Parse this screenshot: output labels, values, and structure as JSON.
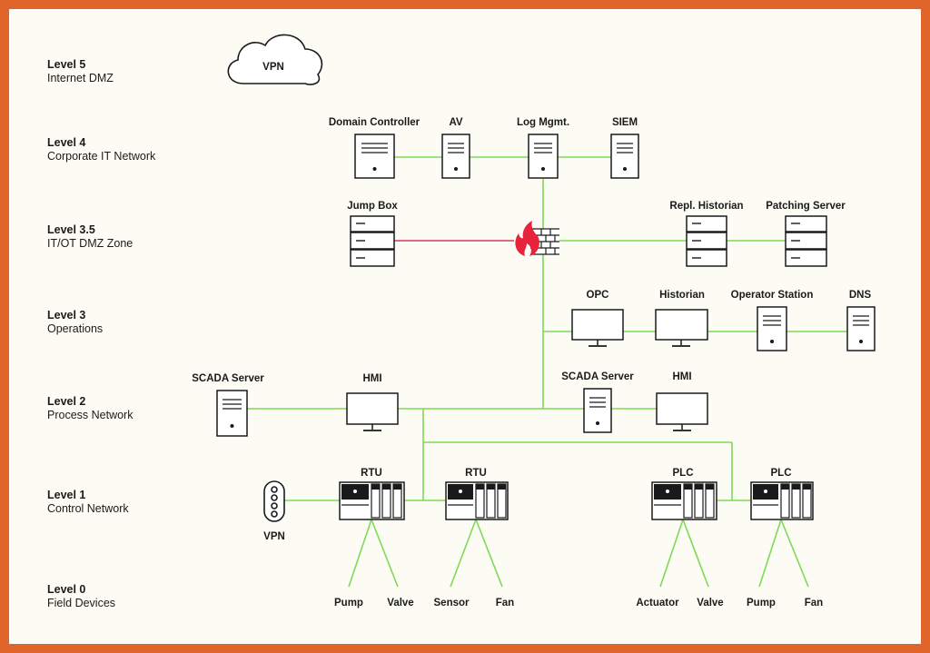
{
  "colors": {
    "border": "#e0652a",
    "background": "#fdfcf4",
    "link": "#7ed957",
    "firewall_link": "#d63a5a",
    "firewall": "#e8243c"
  },
  "levels": [
    {
      "title": "Level 5",
      "subtitle": "Internet DMZ"
    },
    {
      "title": "Level 4",
      "subtitle": "Corporate IT Network"
    },
    {
      "title": "Level 3.5",
      "subtitle": "IT/OT DMZ Zone"
    },
    {
      "title": "Level 3",
      "subtitle": "Operations"
    },
    {
      "title": "Level 2",
      "subtitle": "Process Network"
    },
    {
      "title": "Level 1",
      "subtitle": "Control Network"
    },
    {
      "title": "Level 0",
      "subtitle": "Field Devices"
    }
  ],
  "cloud": {
    "label": "VPN"
  },
  "level4": [
    "Domain Controller",
    "AV",
    "Log Mgmt.",
    "SIEM"
  ],
  "level35": [
    "Jump Box",
    "Repl. Historian",
    "Patching Server"
  ],
  "level3": [
    "OPC",
    "Historian",
    "Operator Station",
    "DNS"
  ],
  "level2": [
    "SCADA Server",
    "HMI",
    "SCADA Server",
    "HMI"
  ],
  "level1": [
    "RTU",
    "RTU",
    "PLC",
    "PLC"
  ],
  "level1_vpn": "VPN",
  "level0": [
    "Pump",
    "Valve",
    "Sensor",
    "Fan",
    "Actuator",
    "Valve",
    "Pump",
    "Fan"
  ]
}
